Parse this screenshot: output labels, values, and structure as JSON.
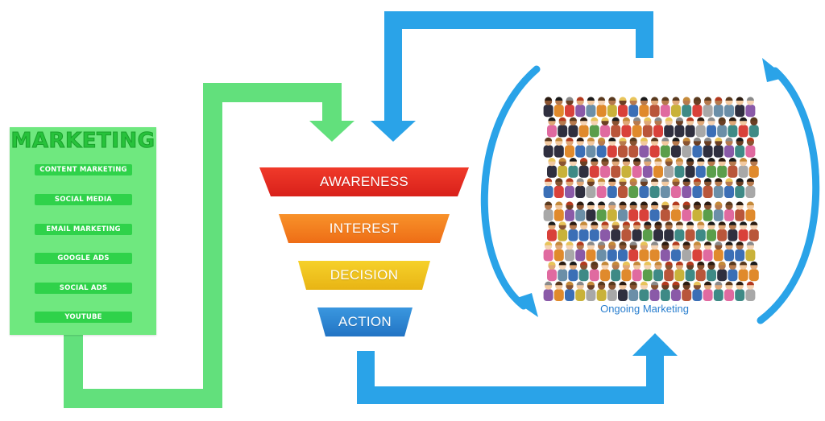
{
  "marketing": {
    "title": "MARKETING",
    "items": [
      {
        "label": "CONTENT MARKETING"
      },
      {
        "label": "SOCIAL MEDIA"
      },
      {
        "label": "EMAIL MARKETING"
      },
      {
        "label": "GOOGLE ADS"
      },
      {
        "label": "SOCIAL ADS"
      },
      {
        "label": "YOUTUBE"
      }
    ]
  },
  "funnel": {
    "stages": [
      {
        "label": "AWARENESS",
        "color": "#e8261e"
      },
      {
        "label": "INTEREST",
        "color": "#f47a1f"
      },
      {
        "label": "DECISION",
        "color": "#f2c21b"
      },
      {
        "label": "ACTION",
        "color": "#2b86d2"
      }
    ]
  },
  "crowd": {
    "caption": "Ongoing Marketing"
  },
  "colors": {
    "green_arrow": "#62e07c",
    "blue_arrow": "#2aa3e8",
    "panel_green": "#6fe87f"
  }
}
